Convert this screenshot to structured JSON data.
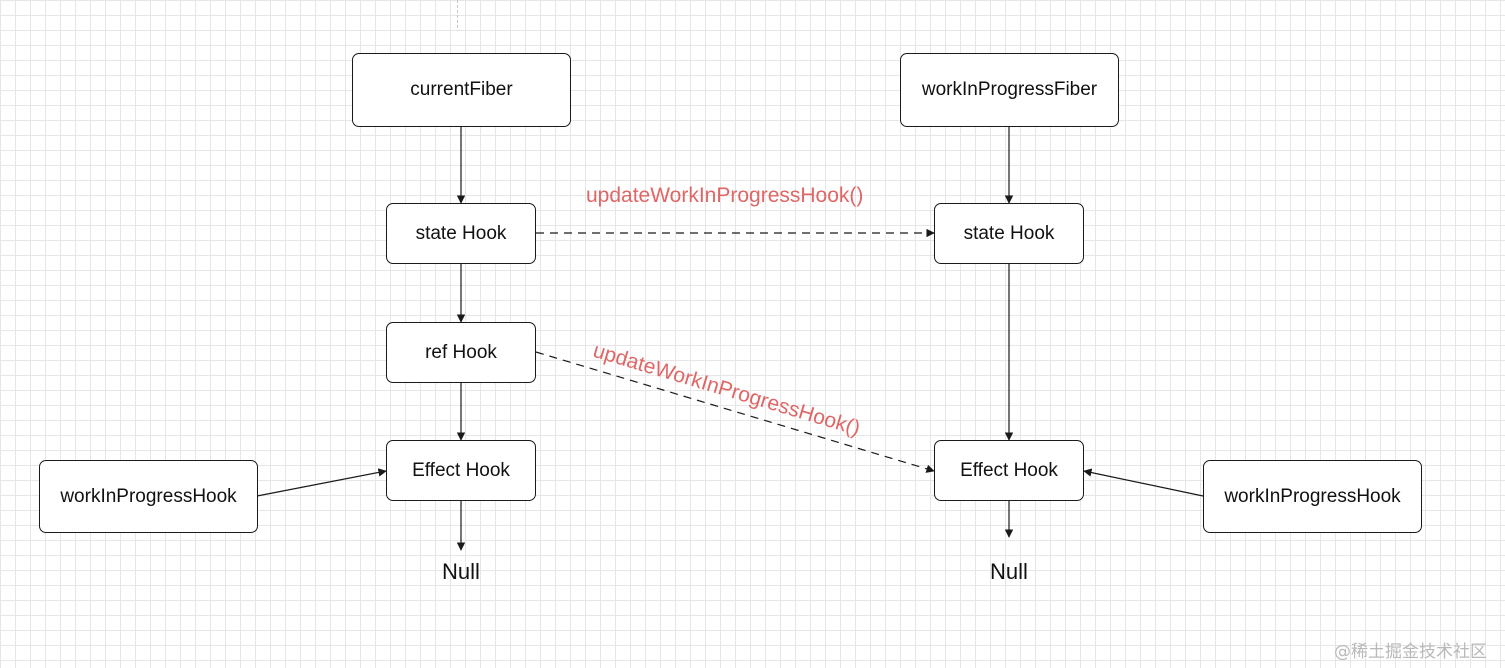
{
  "nodes": {
    "current_fiber": "currentFiber",
    "wip_fiber": "workInProgressFiber",
    "left_state_hook": "state Hook",
    "left_ref_hook": "ref Hook",
    "left_effect_hook": "Effect Hook",
    "right_state_hook": "state Hook",
    "right_effect_hook": "Effect Hook",
    "left_wip_hook_pointer": "workInProgressHook",
    "right_wip_hook_pointer": "workInProgressHook"
  },
  "terminals": {
    "left_null": "Null",
    "right_null": "Null"
  },
  "edge_labels": {
    "top_update": "updateWorkInProgressHook()",
    "diagonal_update": "updateWorkInProgressHook()"
  },
  "colors": {
    "edge_label": "#e06666",
    "edge": "#1a1a1a",
    "grid": "#e6e6e6"
  },
  "watermark": "@稀土掘金技术社区"
}
